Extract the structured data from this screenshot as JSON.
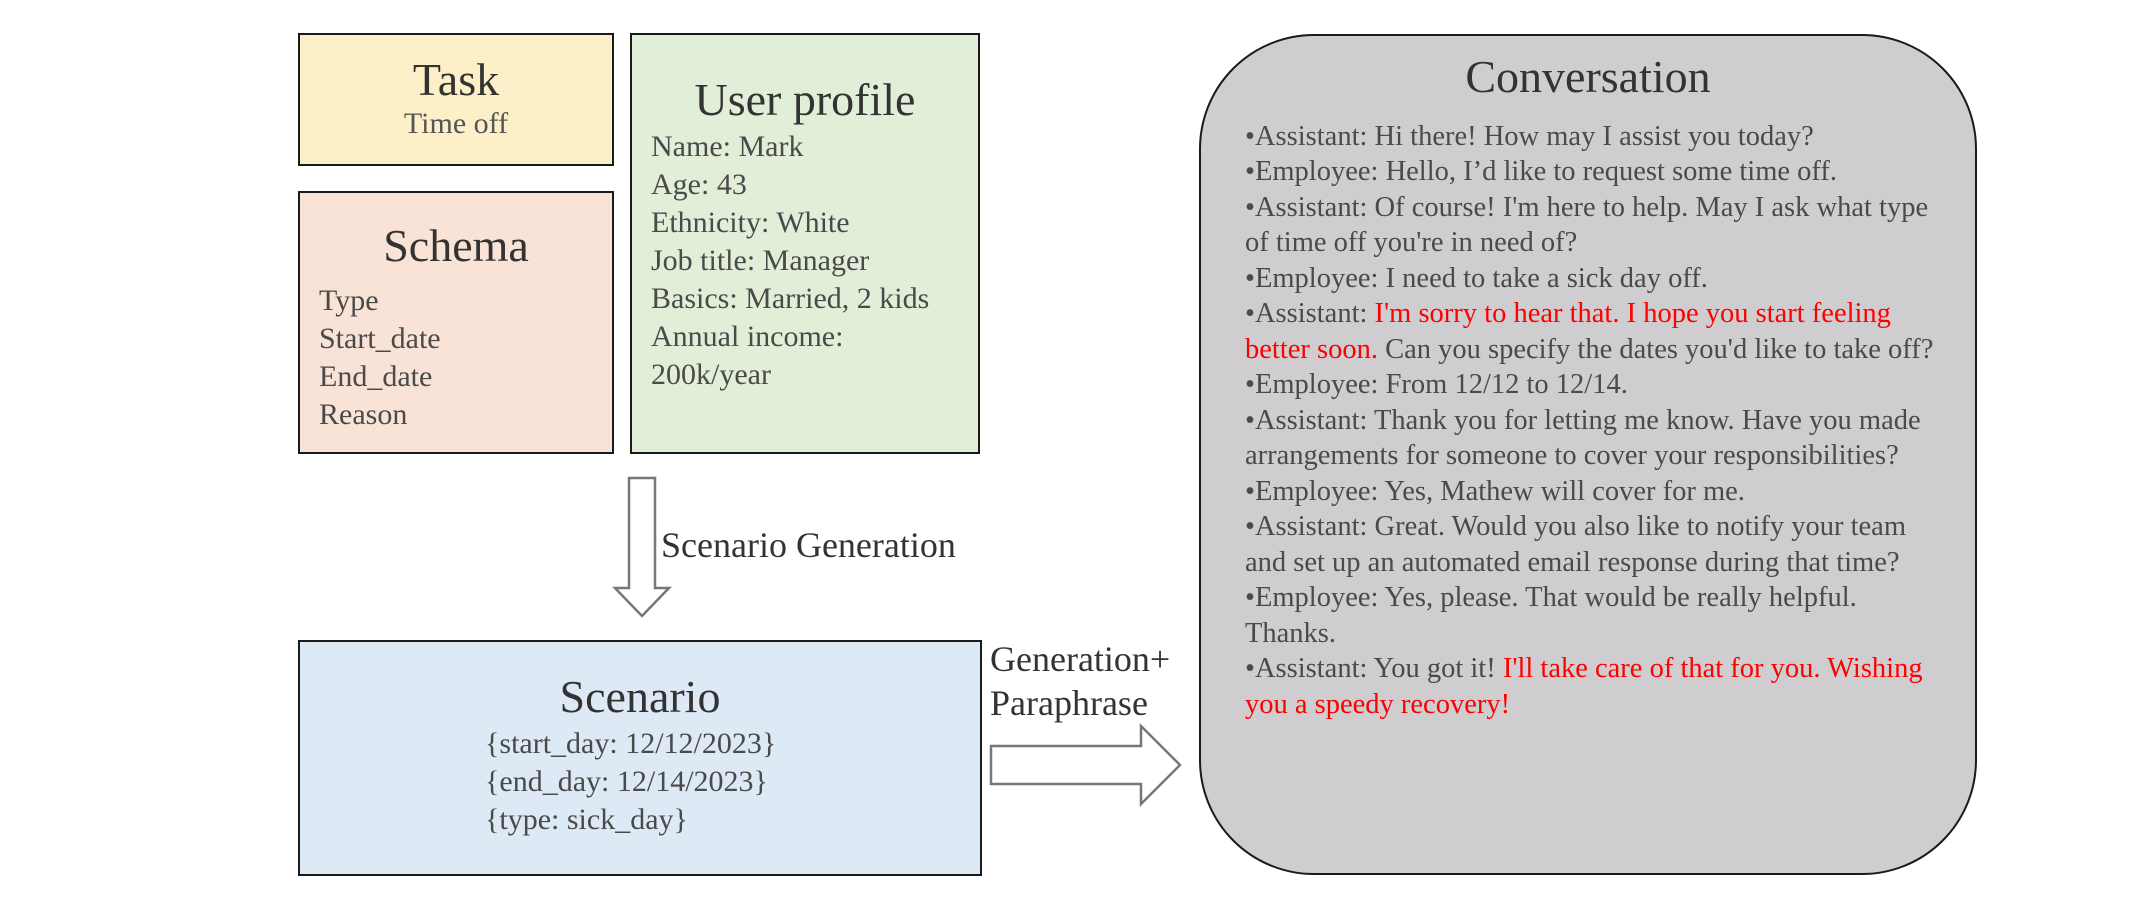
{
  "task": {
    "title": "Task",
    "value": "Time off",
    "color": "#fdf0c8"
  },
  "schema": {
    "title": "Schema",
    "fields": [
      "Type",
      "Start_date",
      "End_date",
      "Reason"
    ],
    "color": "#f9e2d6"
  },
  "user_profile": {
    "title": "User profile",
    "fields": [
      "Name: Mark",
      "Age: 43",
      "Ethnicity: White",
      "Job title: Manager",
      "Basics: Married, 2 kids",
      "Annual income:",
      "200k/year"
    ],
    "color": "#e1eed8"
  },
  "arrows": {
    "scenario_generation": "Scenario Generation",
    "generation": "Generation+",
    "paraphrase": "Paraphrase"
  },
  "scenario": {
    "title": "Scenario",
    "fields": [
      "{start_day: 12/12/2023}",
      "{end_day: 12/14/2023}",
      "{type: sick_day}"
    ],
    "color": "#dde9f4"
  },
  "conversation": {
    "title": "Conversation",
    "color": "#cfcdd0",
    "highlight_color": "#ff0000",
    "messages": [
      {
        "text": "•Assistant: Hi there! How may I assist you today?"
      },
      {
        "text": "•Employee: Hello, I’d like to request some time off."
      },
      {
        "text": "•Assistant: Of course! I'm here to help. May I ask what type of time off you're in need of?"
      },
      {
        "text": "•Employee: I need to take a sick day off."
      },
      {
        "pre": "•Assistant: ",
        "highlight": "I'm sorry to hear that. I hope you start feeling better soon.",
        "post": " Can you specify the dates you'd like to take off?"
      },
      {
        "text": "•Employee: From 12/12 to 12/14."
      },
      {
        "text": "•Assistant: Thank you for letting me know. Have you made arrangements for someone to cover your responsibilities?"
      },
      {
        "text": "•Employee: Yes, Mathew will cover for me."
      },
      {
        "text": "•Assistant: Great. Would you also like to notify your team and set up an automated email response during that time?"
      },
      {
        "text": "•Employee: Yes, please. That would be really helpful. Thanks."
      },
      {
        "pre": "•Assistant: You got it! ",
        "highlight": "I'll take care of that for you. Wishing you a speedy recovery!",
        "post": ""
      }
    ]
  }
}
